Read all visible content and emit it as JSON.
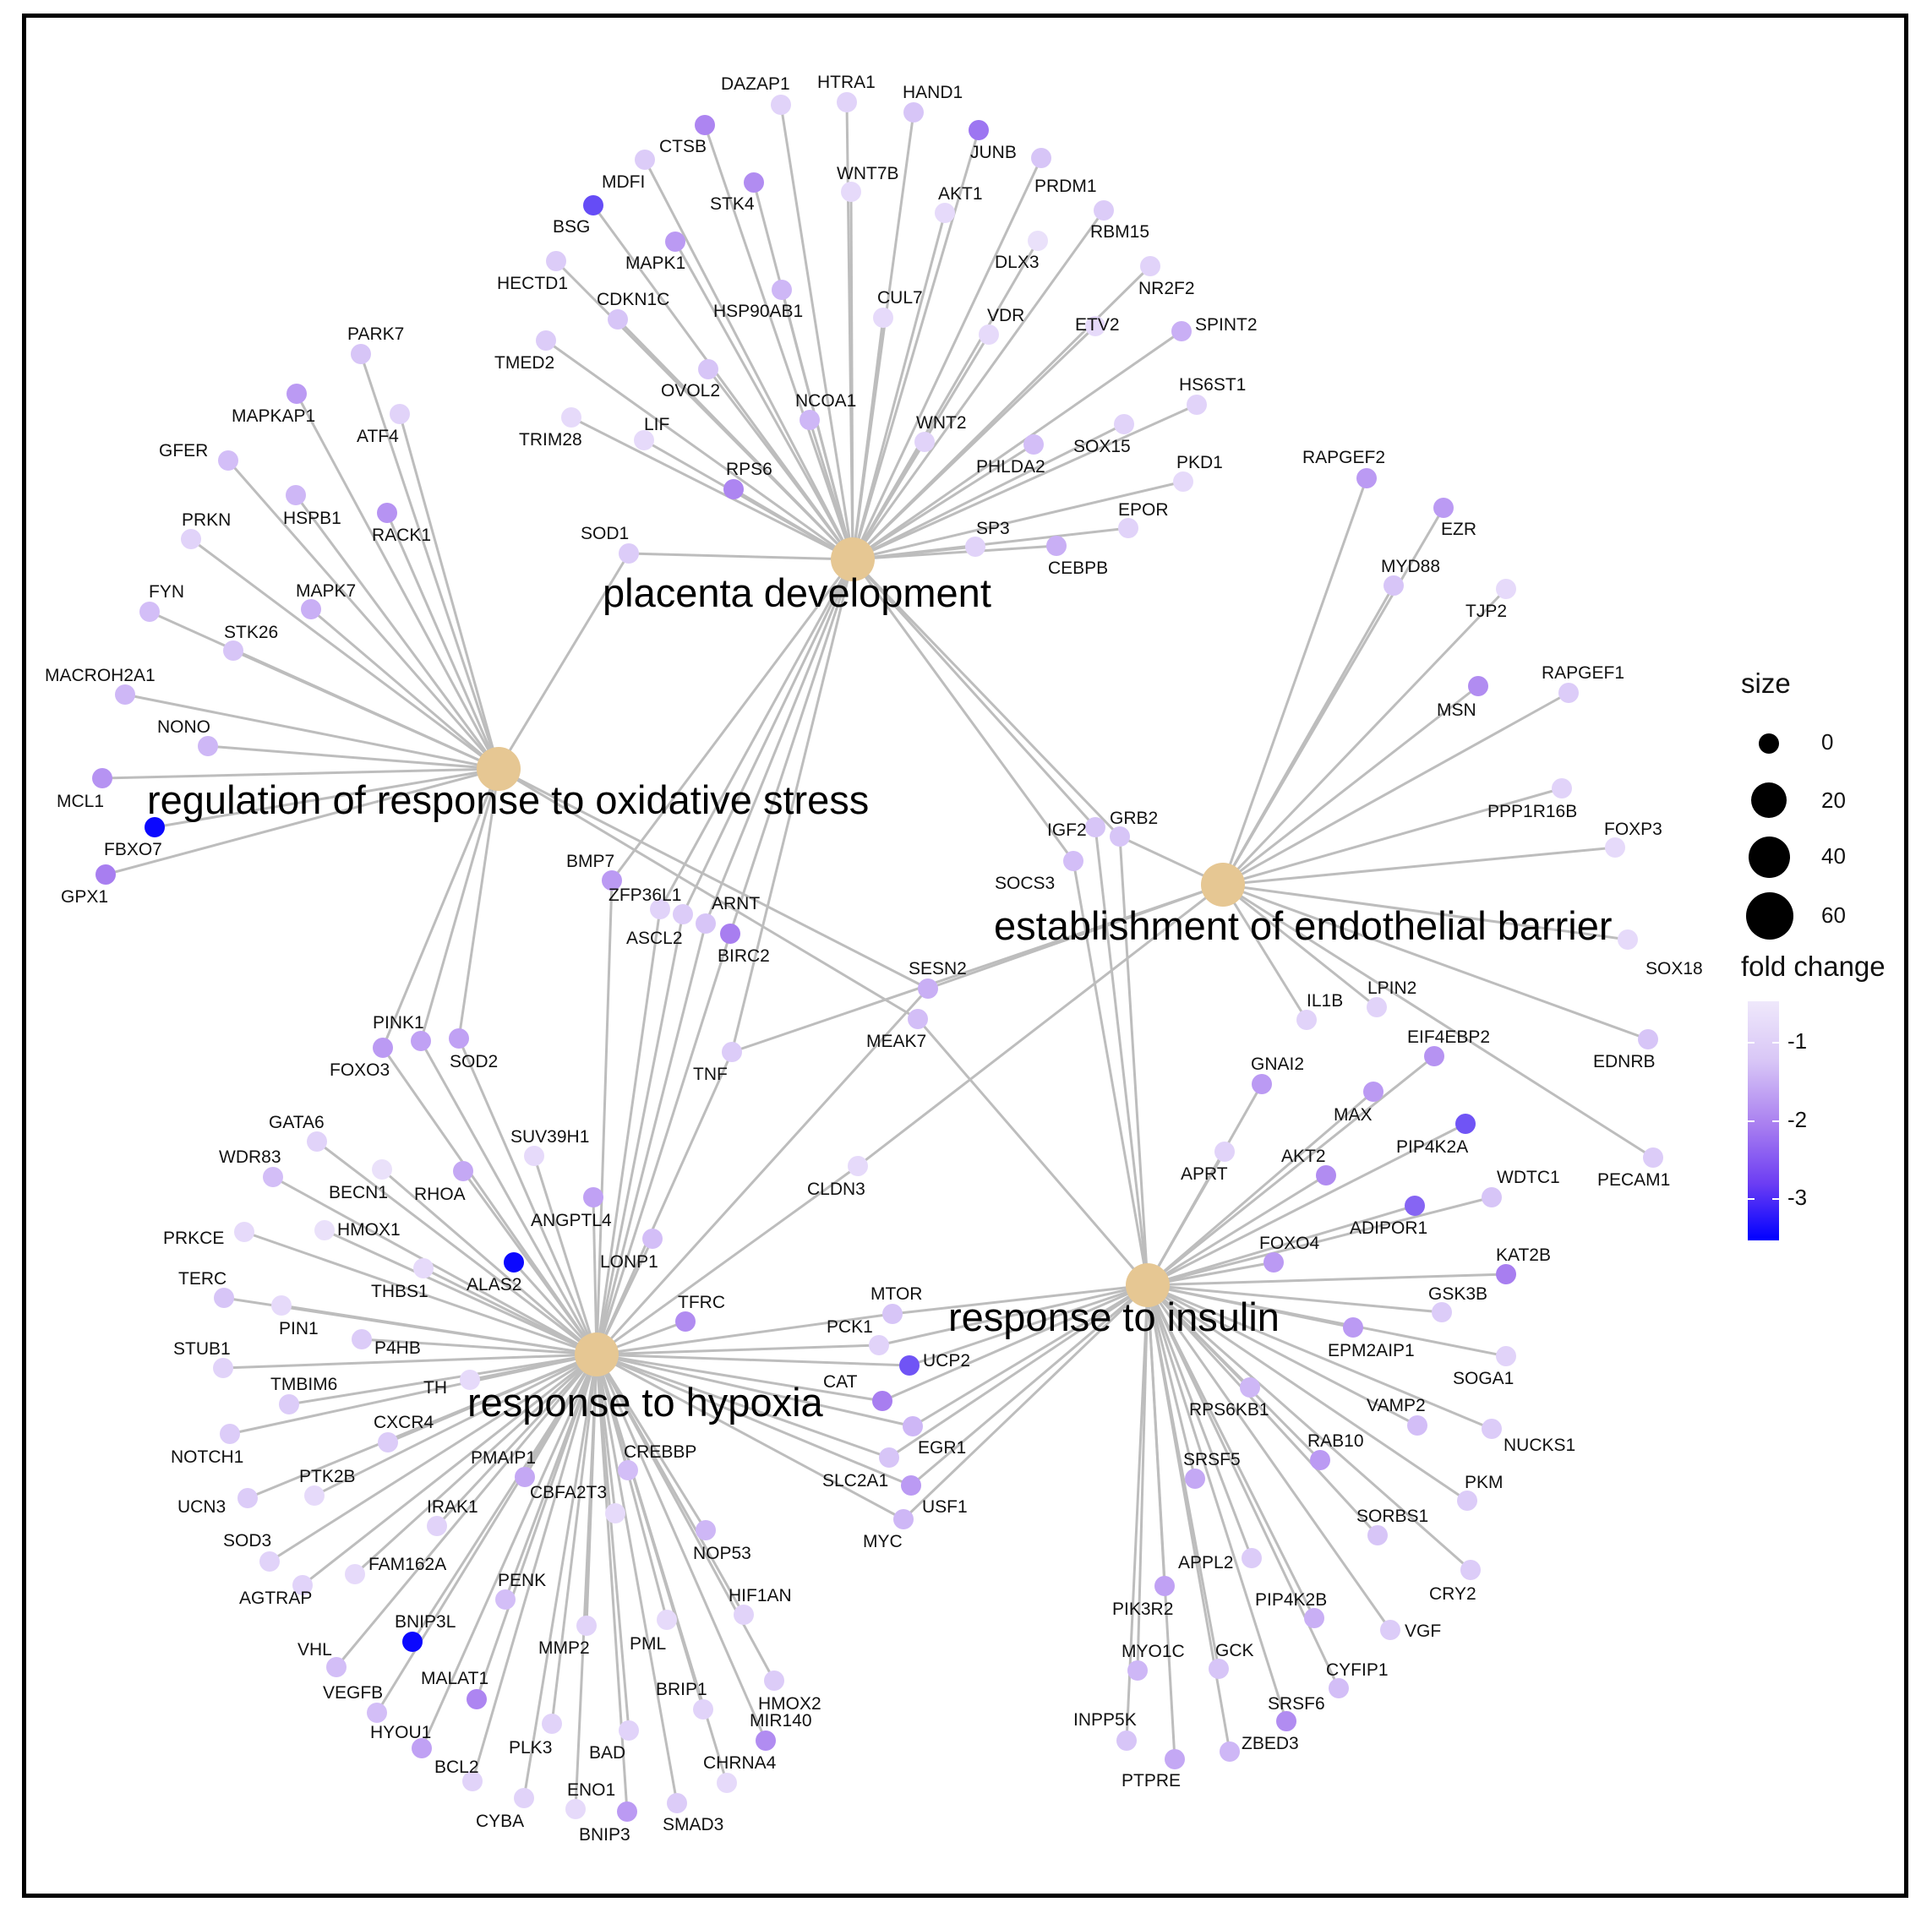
{
  "hubs": [
    {
      "name": "placenta development",
      "id": "pd"
    },
    {
      "name": "regulation of response to oxidative stress",
      "id": "ros"
    },
    {
      "name": "establishment of endothelial barrier",
      "id": "eeb"
    },
    {
      "name": "response to insulin",
      "id": "ri"
    },
    {
      "name": "response to hypoxia",
      "id": "rh"
    }
  ],
  "genes": [
    {
      "name": "DAZAP1",
      "fc": -0.8,
      "hubs": [
        "pd"
      ]
    },
    {
      "name": "HTRA1",
      "fc": -0.8,
      "hubs": [
        "pd"
      ]
    },
    {
      "name": "HAND1",
      "fc": -1.0,
      "hubs": [
        "pd"
      ]
    },
    {
      "name": "CTSB",
      "fc": -1.9,
      "hubs": [
        "pd"
      ]
    },
    {
      "name": "JUNB",
      "fc": -2.1,
      "hubs": [
        "pd"
      ]
    },
    {
      "name": "WNT7B",
      "fc": -0.7,
      "hubs": [
        "pd"
      ]
    },
    {
      "name": "MDFI",
      "fc": -0.9,
      "hubs": [
        "pd"
      ]
    },
    {
      "name": "STK4",
      "fc": -1.8,
      "hubs": [
        "pd"
      ]
    },
    {
      "name": "AKT1",
      "fc": -0.7,
      "hubs": [
        "pd"
      ]
    },
    {
      "name": "PRDM1",
      "fc": -1.0,
      "hubs": [
        "pd"
      ]
    },
    {
      "name": "BSG",
      "fc": -2.6,
      "hubs": [
        "pd"
      ]
    },
    {
      "name": "MAPK1",
      "fc": -1.6,
      "hubs": [
        "pd"
      ]
    },
    {
      "name": "DLX3",
      "fc": -0.6,
      "hubs": [
        "pd"
      ]
    },
    {
      "name": "RBM15",
      "fc": -0.9,
      "hubs": [
        "pd"
      ]
    },
    {
      "name": "HECTD1",
      "fc": -0.9,
      "hubs": [
        "pd"
      ]
    },
    {
      "name": "CDKN1C",
      "fc": -1.0,
      "hubs": [
        "pd"
      ]
    },
    {
      "name": "HSP90AB1",
      "fc": -1.2,
      "hubs": [
        "pd"
      ]
    },
    {
      "name": "CUL7",
      "fc": -0.7,
      "hubs": [
        "pd"
      ]
    },
    {
      "name": "NR2F2",
      "fc": -0.8,
      "hubs": [
        "pd"
      ]
    },
    {
      "name": "VDR",
      "fc": -0.7,
      "hubs": [
        "pd"
      ]
    },
    {
      "name": "ETV2",
      "fc": -0.7,
      "hubs": [
        "pd"
      ]
    },
    {
      "name": "SPINT2",
      "fc": -1.3,
      "hubs": [
        "pd"
      ]
    },
    {
      "name": "TMED2",
      "fc": -0.9,
      "hubs": [
        "pd"
      ]
    },
    {
      "name": "OVOL2",
      "fc": -1.0,
      "hubs": [
        "pd"
      ]
    },
    {
      "name": "NCOA1",
      "fc": -1.2,
      "hubs": [
        "pd"
      ]
    },
    {
      "name": "HS6ST1",
      "fc": -0.8,
      "hubs": [
        "pd"
      ]
    },
    {
      "name": "TRIM28",
      "fc": -0.7,
      "hubs": [
        "pd"
      ]
    },
    {
      "name": "LIF",
      "fc": -0.7,
      "hubs": [
        "pd"
      ]
    },
    {
      "name": "WNT2",
      "fc": -0.8,
      "hubs": [
        "pd"
      ]
    },
    {
      "name": "SOX15",
      "fc": -0.8,
      "hubs": [
        "pd"
      ]
    },
    {
      "name": "PHLDA2",
      "fc": -1.1,
      "hubs": [
        "pd"
      ]
    },
    {
      "name": "PKD1",
      "fc": -0.7,
      "hubs": [
        "pd"
      ]
    },
    {
      "name": "RPS6",
      "fc": -1.9,
      "hubs": [
        "pd"
      ]
    },
    {
      "name": "SOD1",
      "fc": -0.9,
      "hubs": [
        "pd",
        "ros"
      ]
    },
    {
      "name": "EPOR",
      "fc": -0.8,
      "hubs": [
        "pd"
      ]
    },
    {
      "name": "SP3",
      "fc": -0.8,
      "hubs": [
        "pd"
      ]
    },
    {
      "name": "CEBPB",
      "fc": -1.3,
      "hubs": [
        "pd"
      ]
    },
    {
      "name": "PARK7",
      "fc": -1.0,
      "hubs": [
        "ros"
      ]
    },
    {
      "name": "MAPKAP1",
      "fc": -1.6,
      "hubs": [
        "ros"
      ]
    },
    {
      "name": "ATF4",
      "fc": -0.8,
      "hubs": [
        "ros"
      ]
    },
    {
      "name": "GFER",
      "fc": -1.1,
      "hubs": [
        "ros"
      ]
    },
    {
      "name": "HSPB1",
      "fc": -1.2,
      "hubs": [
        "ros"
      ]
    },
    {
      "name": "RACK1",
      "fc": -1.7,
      "hubs": [
        "ros"
      ]
    },
    {
      "name": "PRKN",
      "fc": -0.8,
      "hubs": [
        "ros"
      ]
    },
    {
      "name": "MAPK7",
      "fc": -1.3,
      "hubs": [
        "ros"
      ]
    },
    {
      "name": "FYN",
      "fc": -1.1,
      "hubs": [
        "ros"
      ]
    },
    {
      "name": "STK26",
      "fc": -1.0,
      "hubs": [
        "ros"
      ]
    },
    {
      "name": "MACROH2A1",
      "fc": -1.2,
      "hubs": [
        "ros"
      ]
    },
    {
      "name": "NONO",
      "fc": -1.2,
      "hubs": [
        "ros"
      ]
    },
    {
      "name": "MCL1",
      "fc": -1.7,
      "hubs": [
        "ros"
      ]
    },
    {
      "name": "FBXO7",
      "fc": -3.4,
      "hubs": [
        "ros"
      ]
    },
    {
      "name": "GPX1",
      "fc": -2.0,
      "hubs": [
        "ros"
      ]
    },
    {
      "name": "RAPGEF2",
      "fc": -1.6,
      "hubs": [
        "eeb"
      ]
    },
    {
      "name": "EZR",
      "fc": -1.6,
      "hubs": [
        "eeb"
      ]
    },
    {
      "name": "MYD88",
      "fc": -1.0,
      "hubs": [
        "eeb"
      ]
    },
    {
      "name": "TJP2",
      "fc": -0.7,
      "hubs": [
        "eeb"
      ]
    },
    {
      "name": "RAPGEF1",
      "fc": -0.9,
      "hubs": [
        "eeb"
      ]
    },
    {
      "name": "MSN",
      "fc": -1.8,
      "hubs": [
        "eeb"
      ]
    },
    {
      "name": "PPP1R16B",
      "fc": -0.8,
      "hubs": [
        "eeb"
      ]
    },
    {
      "name": "FOXP3",
      "fc": -0.7,
      "hubs": [
        "eeb"
      ]
    },
    {
      "name": "SOX18",
      "fc": -0.7,
      "hubs": [
        "eeb"
      ]
    },
    {
      "name": "EDNRB",
      "fc": -1.0,
      "hubs": [
        "eeb"
      ]
    },
    {
      "name": "PECAM1",
      "fc": -0.9,
      "hubs": [
        "eeb"
      ]
    },
    {
      "name": "IL1B",
      "fc": -0.8,
      "hubs": [
        "eeb"
      ]
    },
    {
      "name": "LPIN2",
      "fc": -0.8,
      "hubs": [
        "eeb"
      ]
    },
    {
      "name": "GRB2",
      "fc": -1.0,
      "hubs": [
        "eeb",
        "pd",
        "ri"
      ]
    },
    {
      "name": "IGF2",
      "fc": -1.0,
      "hubs": [
        "pd",
        "ri"
      ]
    },
    {
      "name": "SOCS3",
      "fc": -1.1,
      "hubs": [
        "pd",
        "ri"
      ]
    },
    {
      "name": "SESN2",
      "fc": -1.3,
      "hubs": [
        "eeb",
        "rh",
        "ros"
      ]
    },
    {
      "name": "MEAK7",
      "fc": -1.1,
      "hubs": [
        "ri",
        "ros"
      ]
    },
    {
      "name": "TNF",
      "fc": -0.9,
      "hubs": [
        "eeb",
        "pd",
        "rh"
      ]
    },
    {
      "name": "BMP7",
      "fc": -1.6,
      "hubs": [
        "pd",
        "rh"
      ]
    },
    {
      "name": "ZFP36L1",
      "fc": -0.8,
      "hubs": [
        "pd",
        "rh"
      ]
    },
    {
      "name": "ARNT",
      "fc": -1.0,
      "hubs": [
        "pd",
        "rh"
      ]
    },
    {
      "name": "ASCL2",
      "fc": -0.9,
      "hubs": [
        "pd",
        "rh"
      ]
    },
    {
      "name": "BIRC2",
      "fc": -2.0,
      "hubs": [
        "pd",
        "rh"
      ]
    },
    {
      "name": "CLDN3",
      "fc": -0.7,
      "hubs": [
        "eeb",
        "rh"
      ]
    },
    {
      "name": "PINK1",
      "fc": -1.5,
      "hubs": [
        "ros",
        "rh"
      ]
    },
    {
      "name": "FOXO3",
      "fc": -1.6,
      "hubs": [
        "ros",
        "rh"
      ]
    },
    {
      "name": "SOD2",
      "fc": -1.5,
      "hubs": [
        "ros",
        "rh"
      ]
    },
    {
      "name": "GNAI2",
      "fc": -1.6,
      "hubs": [
        "ri"
      ]
    },
    {
      "name": "EIF4EBP2",
      "fc": -1.7,
      "hubs": [
        "ri"
      ]
    },
    {
      "name": "MAX",
      "fc": -1.6,
      "hubs": [
        "ri"
      ]
    },
    {
      "name": "PIP4K2A",
      "fc": -2.5,
      "hubs": [
        "ri"
      ]
    },
    {
      "name": "APRT",
      "fc": -0.8,
      "hubs": [
        "ri"
      ]
    },
    {
      "name": "AKT2",
      "fc": -1.8,
      "hubs": [
        "ri"
      ]
    },
    {
      "name": "WDTC1",
      "fc": -1.0,
      "hubs": [
        "ri"
      ]
    },
    {
      "name": "ADIPOR1",
      "fc": -2.3,
      "hubs": [
        "ri"
      ]
    },
    {
      "name": "FOXO4",
      "fc": -1.6,
      "hubs": [
        "ri"
      ]
    },
    {
      "name": "KAT2B",
      "fc": -2.0,
      "hubs": [
        "ri"
      ]
    },
    {
      "name": "GSK3B",
      "fc": -0.9,
      "hubs": [
        "ri"
      ]
    },
    {
      "name": "EPM2AIP1",
      "fc": -1.6,
      "hubs": [
        "ri"
      ]
    },
    {
      "name": "SOGA1",
      "fc": -0.8,
      "hubs": [
        "ri"
      ]
    },
    {
      "name": "RPS6KB1",
      "fc": -1.2,
      "hubs": [
        "ri"
      ]
    },
    {
      "name": "VAMP2",
      "fc": -1.1,
      "hubs": [
        "ri"
      ]
    },
    {
      "name": "NUCKS1",
      "fc": -0.9,
      "hubs": [
        "ri"
      ]
    },
    {
      "name": "RAB10",
      "fc": -1.6,
      "hubs": [
        "ri"
      ]
    },
    {
      "name": "SRSF5",
      "fc": -1.4,
      "hubs": [
        "ri"
      ]
    },
    {
      "name": "PKM",
      "fc": -0.9,
      "hubs": [
        "ri"
      ]
    },
    {
      "name": "SORBS1",
      "fc": -1.0,
      "hubs": [
        "ri"
      ]
    },
    {
      "name": "CRY2",
      "fc": -0.9,
      "hubs": [
        "ri"
      ]
    },
    {
      "name": "APPL2",
      "fc": -0.9,
      "hubs": [
        "ri"
      ]
    },
    {
      "name": "PIK3R2",
      "fc": -1.5,
      "hubs": [
        "ri"
      ]
    },
    {
      "name": "PIP4K2B",
      "fc": -1.3,
      "hubs": [
        "ri"
      ]
    },
    {
      "name": "VGF",
      "fc": -0.9,
      "hubs": [
        "ri"
      ]
    },
    {
      "name": "MYO1C",
      "fc": -1.2,
      "hubs": [
        "ri"
      ]
    },
    {
      "name": "GCK",
      "fc": -1.0,
      "hubs": [
        "ri"
      ]
    },
    {
      "name": "CYFIP1",
      "fc": -1.1,
      "hubs": [
        "ri"
      ]
    },
    {
      "name": "SRSF6",
      "fc": -1.8,
      "hubs": [
        "ri"
      ]
    },
    {
      "name": "INPP5K",
      "fc": -1.0,
      "hubs": [
        "ri"
      ]
    },
    {
      "name": "ZBED3",
      "fc": -1.2,
      "hubs": [
        "ri"
      ]
    },
    {
      "name": "PTPRE",
      "fc": -1.4,
      "hubs": [
        "ri"
      ]
    },
    {
      "name": "MTOR",
      "fc": -1.0,
      "hubs": [
        "ri",
        "rh"
      ]
    },
    {
      "name": "PCK1",
      "fc": -0.8,
      "hubs": [
        "ri",
        "rh"
      ]
    },
    {
      "name": "UCP2",
      "fc": -2.5,
      "hubs": [
        "ri",
        "rh"
      ]
    },
    {
      "name": "CAT",
      "fc": -2.0,
      "hubs": [
        "ri",
        "rh"
      ]
    },
    {
      "name": "EGR1",
      "fc": -1.2,
      "hubs": [
        "ri",
        "rh"
      ]
    },
    {
      "name": "SLC2A1",
      "fc": -1.0,
      "hubs": [
        "ri",
        "rh"
      ]
    },
    {
      "name": "USF1",
      "fc": -1.6,
      "hubs": [
        "ri",
        "rh"
      ]
    },
    {
      "name": "MYC",
      "fc": -1.2,
      "hubs": [
        "ri",
        "rh"
      ]
    },
    {
      "name": "GATA6",
      "fc": -0.8,
      "hubs": [
        "rh"
      ]
    },
    {
      "name": "SUV39H1",
      "fc": -0.7,
      "hubs": [
        "rh"
      ]
    },
    {
      "name": "WDR83",
      "fc": -1.1,
      "hubs": [
        "rh"
      ]
    },
    {
      "name": "BECN1",
      "fc": -0.6,
      "hubs": [
        "rh"
      ]
    },
    {
      "name": "RHOA",
      "fc": -1.4,
      "hubs": [
        "rh"
      ]
    },
    {
      "name": "ANGPTL4",
      "fc": -1.5,
      "hubs": [
        "rh"
      ]
    },
    {
      "name": "PRKCE",
      "fc": -0.7,
      "hubs": [
        "rh"
      ]
    },
    {
      "name": "HMOX1",
      "fc": -0.6,
      "hubs": [
        "rh"
      ]
    },
    {
      "name": "LONP1",
      "fc": -1.1,
      "hubs": [
        "rh"
      ]
    },
    {
      "name": "ALAS2",
      "fc": -3.4,
      "hubs": [
        "rh"
      ]
    },
    {
      "name": "TERC",
      "fc": -1.0,
      "hubs": [
        "rh"
      ]
    },
    {
      "name": "THBS1",
      "fc": -0.7,
      "hubs": [
        "rh"
      ]
    },
    {
      "name": "TFRC",
      "fc": -1.8,
      "hubs": [
        "rh"
      ]
    },
    {
      "name": "PIN1",
      "fc": -0.7,
      "hubs": [
        "rh"
      ]
    },
    {
      "name": "STUB1",
      "fc": -0.8,
      "hubs": [
        "rh"
      ]
    },
    {
      "name": "P4HB",
      "fc": -0.9,
      "hubs": [
        "rh"
      ]
    },
    {
      "name": "TMBIM6",
      "fc": -0.9,
      "hubs": [
        "rh"
      ]
    },
    {
      "name": "TH",
      "fc": -0.7,
      "hubs": [
        "rh"
      ]
    },
    {
      "name": "NOTCH1",
      "fc": -0.9,
      "hubs": [
        "rh"
      ]
    },
    {
      "name": "CXCR4",
      "fc": -0.9,
      "hubs": [
        "rh"
      ]
    },
    {
      "name": "PMAIP1",
      "fc": -1.4,
      "hubs": [
        "rh"
      ]
    },
    {
      "name": "CREBBP",
      "fc": -1.1,
      "hubs": [
        "rh"
      ]
    },
    {
      "name": "PTK2B",
      "fc": -0.7,
      "hubs": [
        "rh"
      ]
    },
    {
      "name": "UCN3",
      "fc": -0.9,
      "hubs": [
        "rh"
      ]
    },
    {
      "name": "CBFA2T3",
      "fc": -0.7,
      "hubs": [
        "rh"
      ]
    },
    {
      "name": "IRAK1",
      "fc": -0.8,
      "hubs": [
        "rh"
      ]
    },
    {
      "name": "SOD3",
      "fc": -0.8,
      "hubs": [
        "rh"
      ]
    },
    {
      "name": "NOP53",
      "fc": -1.2,
      "hubs": [
        "rh"
      ]
    },
    {
      "name": "FAM162A",
      "fc": -0.7,
      "hubs": [
        "rh"
      ]
    },
    {
      "name": "AGTRAP",
      "fc": -0.8,
      "hubs": [
        "rh"
      ]
    },
    {
      "name": "HIF1AN",
      "fc": -0.8,
      "hubs": [
        "rh"
      ]
    },
    {
      "name": "PENK",
      "fc": -1.1,
      "hubs": [
        "rh"
      ]
    },
    {
      "name": "BNIP3L",
      "fc": -3.4,
      "hubs": [
        "rh"
      ]
    },
    {
      "name": "VHL",
      "fc": -1.1,
      "hubs": [
        "rh"
      ]
    },
    {
      "name": "MMP2",
      "fc": -0.8,
      "hubs": [
        "rh"
      ]
    },
    {
      "name": "PML",
      "fc": -0.7,
      "hubs": [
        "rh"
      ]
    },
    {
      "name": "HMOX2",
      "fc": -0.9,
      "hubs": [
        "rh"
      ]
    },
    {
      "name": "MALAT1",
      "fc": -1.9,
      "hubs": [
        "rh"
      ]
    },
    {
      "name": "VEGFB",
      "fc": -1.1,
      "hubs": [
        "rh"
      ]
    },
    {
      "name": "BRIP1",
      "fc": -0.8,
      "hubs": [
        "rh"
      ]
    },
    {
      "name": "MIR140",
      "fc": -1.8,
      "hubs": [
        "rh"
      ]
    },
    {
      "name": "HYOU1",
      "fc": -1.5,
      "hubs": [
        "rh"
      ]
    },
    {
      "name": "PLK3",
      "fc": -0.8,
      "hubs": [
        "rh"
      ]
    },
    {
      "name": "BAD",
      "fc": -0.8,
      "hubs": [
        "rh"
      ]
    },
    {
      "name": "CHRNA4",
      "fc": -0.7,
      "hubs": [
        "rh"
      ]
    },
    {
      "name": "BCL2",
      "fc": -0.8,
      "hubs": [
        "rh"
      ]
    },
    {
      "name": "CYBA",
      "fc": -0.8,
      "hubs": [
        "rh"
      ]
    },
    {
      "name": "ENO1",
      "fc": -0.7,
      "hubs": [
        "rh"
      ]
    },
    {
      "name": "SMAD3",
      "fc": -0.9,
      "hubs": [
        "rh"
      ]
    },
    {
      "name": "BNIP3",
      "fc": -1.6,
      "hubs": [
        "rh"
      ]
    }
  ],
  "legend": {
    "size_title": "size",
    "size_values": [
      "0",
      "20",
      "40",
      "60"
    ],
    "fc_title": "fold change",
    "fc_ticks": [
      "-1",
      "-2",
      "-3"
    ],
    "fc_range": [
      -3.5,
      -0.5
    ],
    "fc_colors": [
      "#efe8fb",
      "#0000ff"
    ]
  },
  "colors": {
    "hub": "#e6c793",
    "edge": "#bdbdbd",
    "text": "#111111"
  }
}
